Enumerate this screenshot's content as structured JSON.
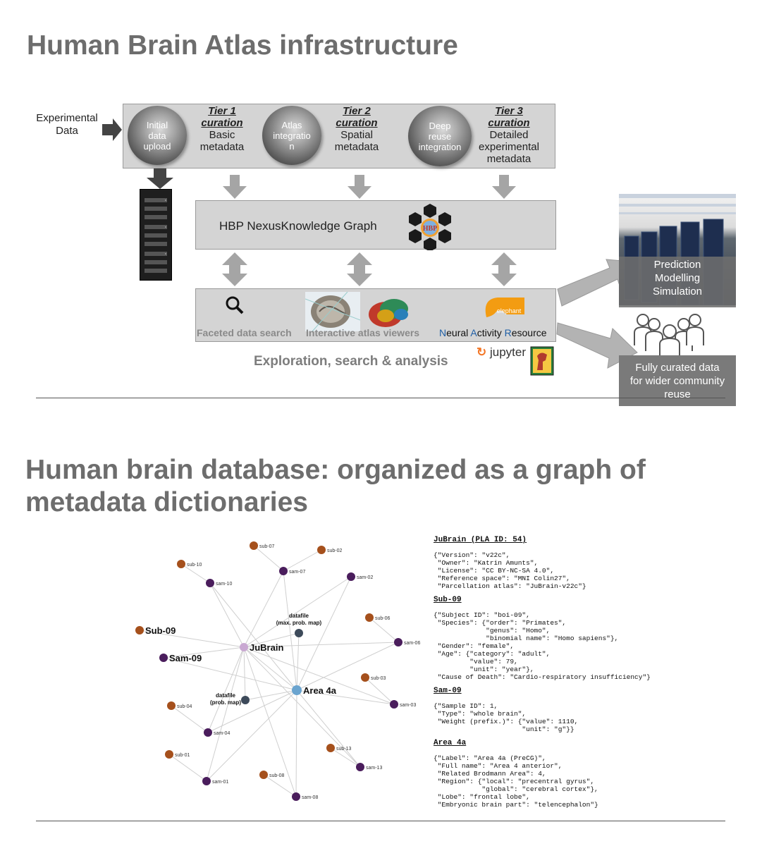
{
  "section1": {
    "title": "Human Brain Atlas infrastructure",
    "experimental_data": [
      "Experimental",
      "Data"
    ],
    "circles": [
      [
        "Initial",
        "data",
        "upload"
      ],
      [
        "Atlas",
        "integratio",
        "n"
      ],
      [
        "Deep",
        "reuse",
        "integration"
      ]
    ],
    "tiers": [
      {
        "title": [
          "Tier 1",
          "curation"
        ],
        "sub": [
          "Basic",
          "metadata"
        ]
      },
      {
        "title": [
          "Tier 2",
          "curation"
        ],
        "sub": [
          "Spatial",
          "metadata"
        ]
      },
      {
        "title": [
          "Tier 3",
          "curation"
        ],
        "sub": [
          "Detailed",
          "experimental",
          "metadata"
        ]
      }
    ],
    "knowledge_graph": "HBP NexusKnowledge Graph",
    "logo_text": "HBP",
    "tools": {
      "faceted_search": "Faceted data search",
      "atlas_viewers": "Interactive atlas viewers",
      "neural_resource": [
        "N",
        "eural ",
        "A",
        "ctivity ",
        "R",
        "esource"
      ],
      "elephant_text": "elephant"
    },
    "exploration": "Exploration, search & analysis",
    "jupyter": "jupyter",
    "prediction": [
      "Prediction",
      "Modelling",
      "Simulation"
    ],
    "community": [
      "Fully curated data",
      "for wider community",
      "reuse"
    ]
  },
  "section2": {
    "title": [
      "Human brain database: organized as a graph of",
      "metadata dictionaries"
    ],
    "graph": {
      "nodes": [
        {
          "id": "sub-07",
          "label": "sub-07",
          "kind": "sub"
        },
        {
          "id": "sub-02",
          "label": "sub-02",
          "kind": "sub"
        },
        {
          "id": "sub-10",
          "label": "sub-10",
          "kind": "sub"
        },
        {
          "id": "sam-07",
          "label": "sam-07",
          "kind": "sam"
        },
        {
          "id": "sam-02",
          "label": "sam-02",
          "kind": "sam"
        },
        {
          "id": "sam-10",
          "label": "sam-10",
          "kind": "sam"
        },
        {
          "id": "sub-06",
          "label": "sub-06",
          "kind": "sub"
        },
        {
          "id": "sam-06",
          "label": "sam-06",
          "kind": "sam"
        },
        {
          "id": "Sub-09",
          "label": "Sub-09",
          "kind": "sub-big"
        },
        {
          "id": "Sam-09",
          "label": "Sam-09",
          "kind": "sam-big"
        },
        {
          "id": "JuBrain",
          "label": "JuBrain",
          "kind": "atlas"
        },
        {
          "id": "dfmax",
          "label": [
            "datafile",
            "(max. prob. map)"
          ],
          "kind": "datafile"
        },
        {
          "id": "Area4a",
          "label": "Area 4a",
          "kind": "area"
        },
        {
          "id": "dfprob",
          "label": [
            "datafile",
            "(prob. map)"
          ],
          "kind": "datafile"
        },
        {
          "id": "sub-03",
          "label": "sub-03",
          "kind": "sub"
        },
        {
          "id": "sam-03",
          "label": "sam-03",
          "kind": "sam"
        },
        {
          "id": "sub-04",
          "label": "sub-04",
          "kind": "sub"
        },
        {
          "id": "sam-04",
          "label": "sam-04",
          "kind": "sam"
        },
        {
          "id": "sub-01",
          "label": "sub-01",
          "kind": "sub"
        },
        {
          "id": "sam-01",
          "label": "sam-01",
          "kind": "sam"
        },
        {
          "id": "sub-08",
          "label": "sub-08",
          "kind": "sub"
        },
        {
          "id": "sam-08",
          "label": "sam-08",
          "kind": "sam"
        },
        {
          "id": "sub-13",
          "label": "sub-13",
          "kind": "sub"
        },
        {
          "id": "sam-13",
          "label": "sam-13",
          "kind": "sam"
        }
      ],
      "edges": [
        [
          "sub-07",
          "sam-07"
        ],
        [
          "sub-02",
          "sam-07"
        ],
        [
          "sub-10",
          "sam-10"
        ],
        [
          "sam-07",
          "JuBrain"
        ],
        [
          "sam-02",
          "JuBrain"
        ],
        [
          "sam-10",
          "JuBrain"
        ],
        [
          "sub-06",
          "sam-06"
        ],
        [
          "sam-06",
          "JuBrain"
        ],
        [
          "Sub-09",
          "JuBrain"
        ],
        [
          "Sam-09",
          "JuBrain"
        ],
        [
          "JuBrain",
          "dfmax"
        ],
        [
          "JuBrain",
          "Area4a"
        ],
        [
          "JuBrain",
          "dfprob"
        ],
        [
          "dfmax",
          "Area4a"
        ],
        [
          "dfprob",
          "Area4a"
        ],
        [
          "sam-07",
          "Area4a"
        ],
        [
          "sam-02",
          "Area4a"
        ],
        [
          "sam-06",
          "Area4a"
        ],
        [
          "sub-03",
          "sam-03"
        ],
        [
          "sam-03",
          "Area4a"
        ],
        [
          "sub-04",
          "sam-04"
        ],
        [
          "sam-04",
          "Area4a"
        ],
        [
          "sub-01",
          "sam-01"
        ],
        [
          "sam-01",
          "JuBrain"
        ],
        [
          "sub-08",
          "sam-08"
        ],
        [
          "sam-08",
          "Area4a"
        ],
        [
          "sub-13",
          "sam-13"
        ],
        [
          "sam-13",
          "Area4a"
        ],
        [
          "sam-03",
          "JuBrain"
        ],
        [
          "sam-04",
          "JuBrain"
        ],
        [
          "sam-01",
          "Area4a"
        ],
        [
          "sam-08",
          "JuBrain"
        ],
        [
          "sam-13",
          "JuBrain"
        ],
        [
          "Sam-09",
          "Area4a"
        ],
        [
          "sam-10",
          "Area4a"
        ]
      ],
      "colors": {
        "sub": "#a5501c",
        "sam": "#4a1d5c",
        "atlas": "#c9a8d2",
        "area": "#6aa4cf",
        "datafile": "#3d4a5a",
        "edge": "#cfcfcf"
      }
    },
    "metadata": {
      "jubrain_title": "JuBrain (PLA ID: 54)",
      "jubrain_body": "{\"Version\": \"v22c\",\n \"Owner\": \"Katrin Amunts\",\n \"License\": \"CC BY-NC-SA 4.0\",\n \"Reference space\": \"MNI Colin27\",\n \"Parcellation atlas\": \"JuBrain-v22c\"}",
      "sub_title": "Sub-09",
      "sub_body": "{\"Subject ID\": \"boi-09\",\n \"Species\": {\"order\": \"Primates\",\n             \"genus\": \"Homo\",\n             \"binomial name\": \"Homo sapiens\"},\n \"Gender\": \"female\",\n \"Age\": {\"category\": \"adult\",\n         \"value\": 79,\n         \"unit\": \"year\"},\n \"Cause of Death\": \"Cardio-respiratory insufficiency\"}",
      "sam_title": "Sam-09",
      "sam_body": "{\"Sample ID\": 1,\n \"Type\": \"whole brain\",\n \"Weight (prefix.)\": {\"value\": 1110,\n                      \"unit\": \"g\"}}",
      "area_title": "Area 4a",
      "area_body": "{\"Label\": \"Area 4a (PreCG)\",\n \"Full name\": \"Area 4 anterior\",\n \"Related Brodmann Area\": 4,\n \"Region\": {\"local\": \"precentral gyrus\",\n            \"global\": \"cerebral cortex\"},\n \"Lobe\": \"frontal lobe\",\n \"Embryonic brain part\": \"telencephalon\"}"
    }
  }
}
